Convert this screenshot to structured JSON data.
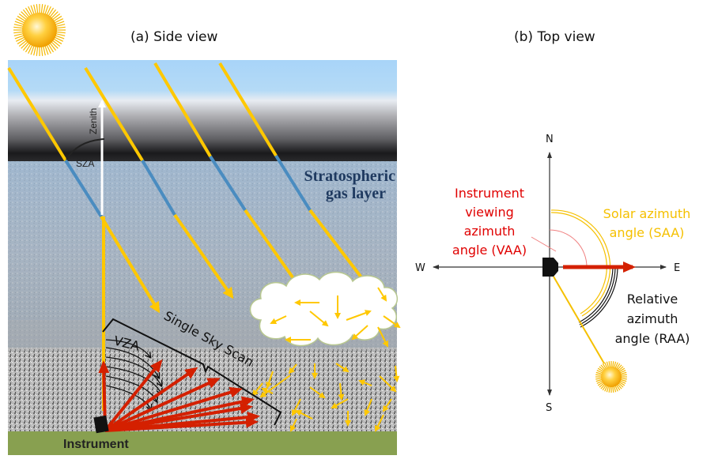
{
  "side_view": {
    "title": "(a) Side view",
    "zenith_label": "Zenith",
    "sza_label": "SZA",
    "layer_label_line1": "Stratospheric",
    "layer_label_line2": "gas layer",
    "vza_label": "VZA",
    "scan_label": "Single Sky Scan",
    "instrument_label": "Instrument"
  },
  "top_view": {
    "title": "(b) Top view",
    "north": "N",
    "south": "S",
    "east": "E",
    "west": "W",
    "vaa_lines": [
      "Instrument",
      "viewing",
      "azimuth",
      "angle (VAA)"
    ],
    "saa_lines": [
      "Solar azimuth",
      "angle (SAA)"
    ],
    "raa_lines": [
      "Relative",
      "azimuth",
      "angle (RAA)"
    ]
  },
  "colors": {
    "sun_ray": "#ffc800",
    "absorbed_ray": "#4a8cc0",
    "viewing": "#d42000",
    "vaa_text": "#e00000",
    "saa_text": "#f5c000",
    "sky_top": "#a8d4f8",
    "ground": "#88a050",
    "strat_text": "#1f3a60"
  }
}
